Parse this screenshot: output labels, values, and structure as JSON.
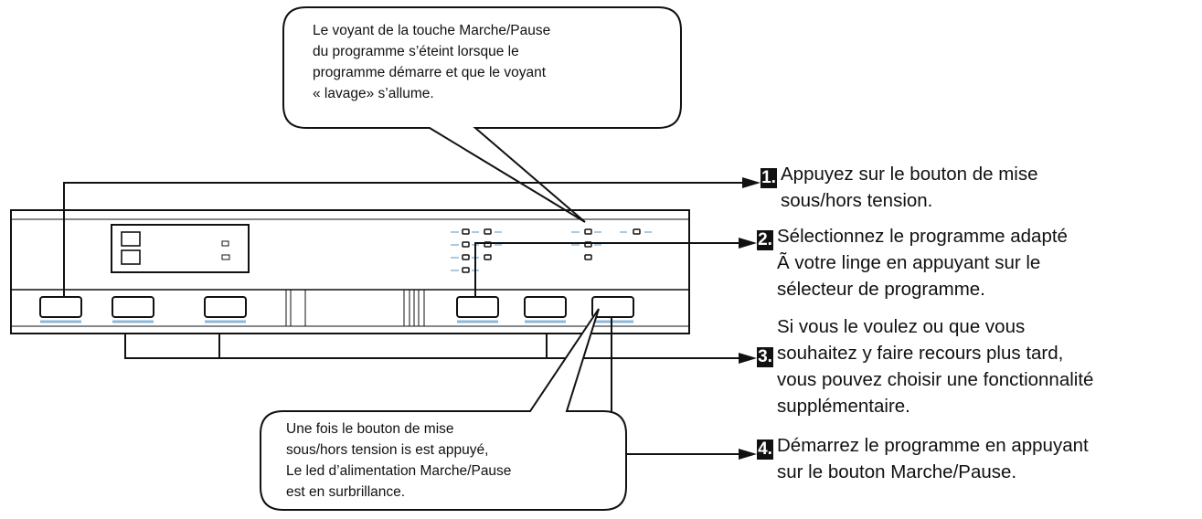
{
  "callout_top": {
    "lines": [
      "Le voyant de la touche Marche/Pause",
      "du programme s’éteint lorsque le",
      "programme démarre et que le voyant",
      "« lavage» s’allume."
    ]
  },
  "callout_bottom": {
    "lines": [
      "Une fois le bouton de mise",
      "sous/hors tension is est appuyé,",
      "Le led d’alimentation Marche/Pause",
      "est en surbrillance."
    ]
  },
  "steps": [
    {
      "number": "1.",
      "lines": [
        "Appuyez sur le bouton de mise",
        "sous/hors tension."
      ]
    },
    {
      "number": "2.",
      "lines": [
        "Sélectionnez le programme adapté",
        "Ã  votre linge en appuyant sur le",
        "sélecteur de programme."
      ]
    },
    {
      "number": "3.",
      "lines": [
        "Si vous le voulez ou que vous",
        "souhaitez y faire recours plus tard,",
        "vous pouvez choisir une fonctionnalité",
        "supplémentaire."
      ]
    },
    {
      "number": "4.",
      "lines": [
        "Démarrez le programme en appuyant",
        "sur le bouton Marche/Pause."
      ]
    }
  ],
  "colors": {
    "button_underline": "#8fb8d8",
    "line": "#111111",
    "panel_shade": "#d9d9d9"
  }
}
